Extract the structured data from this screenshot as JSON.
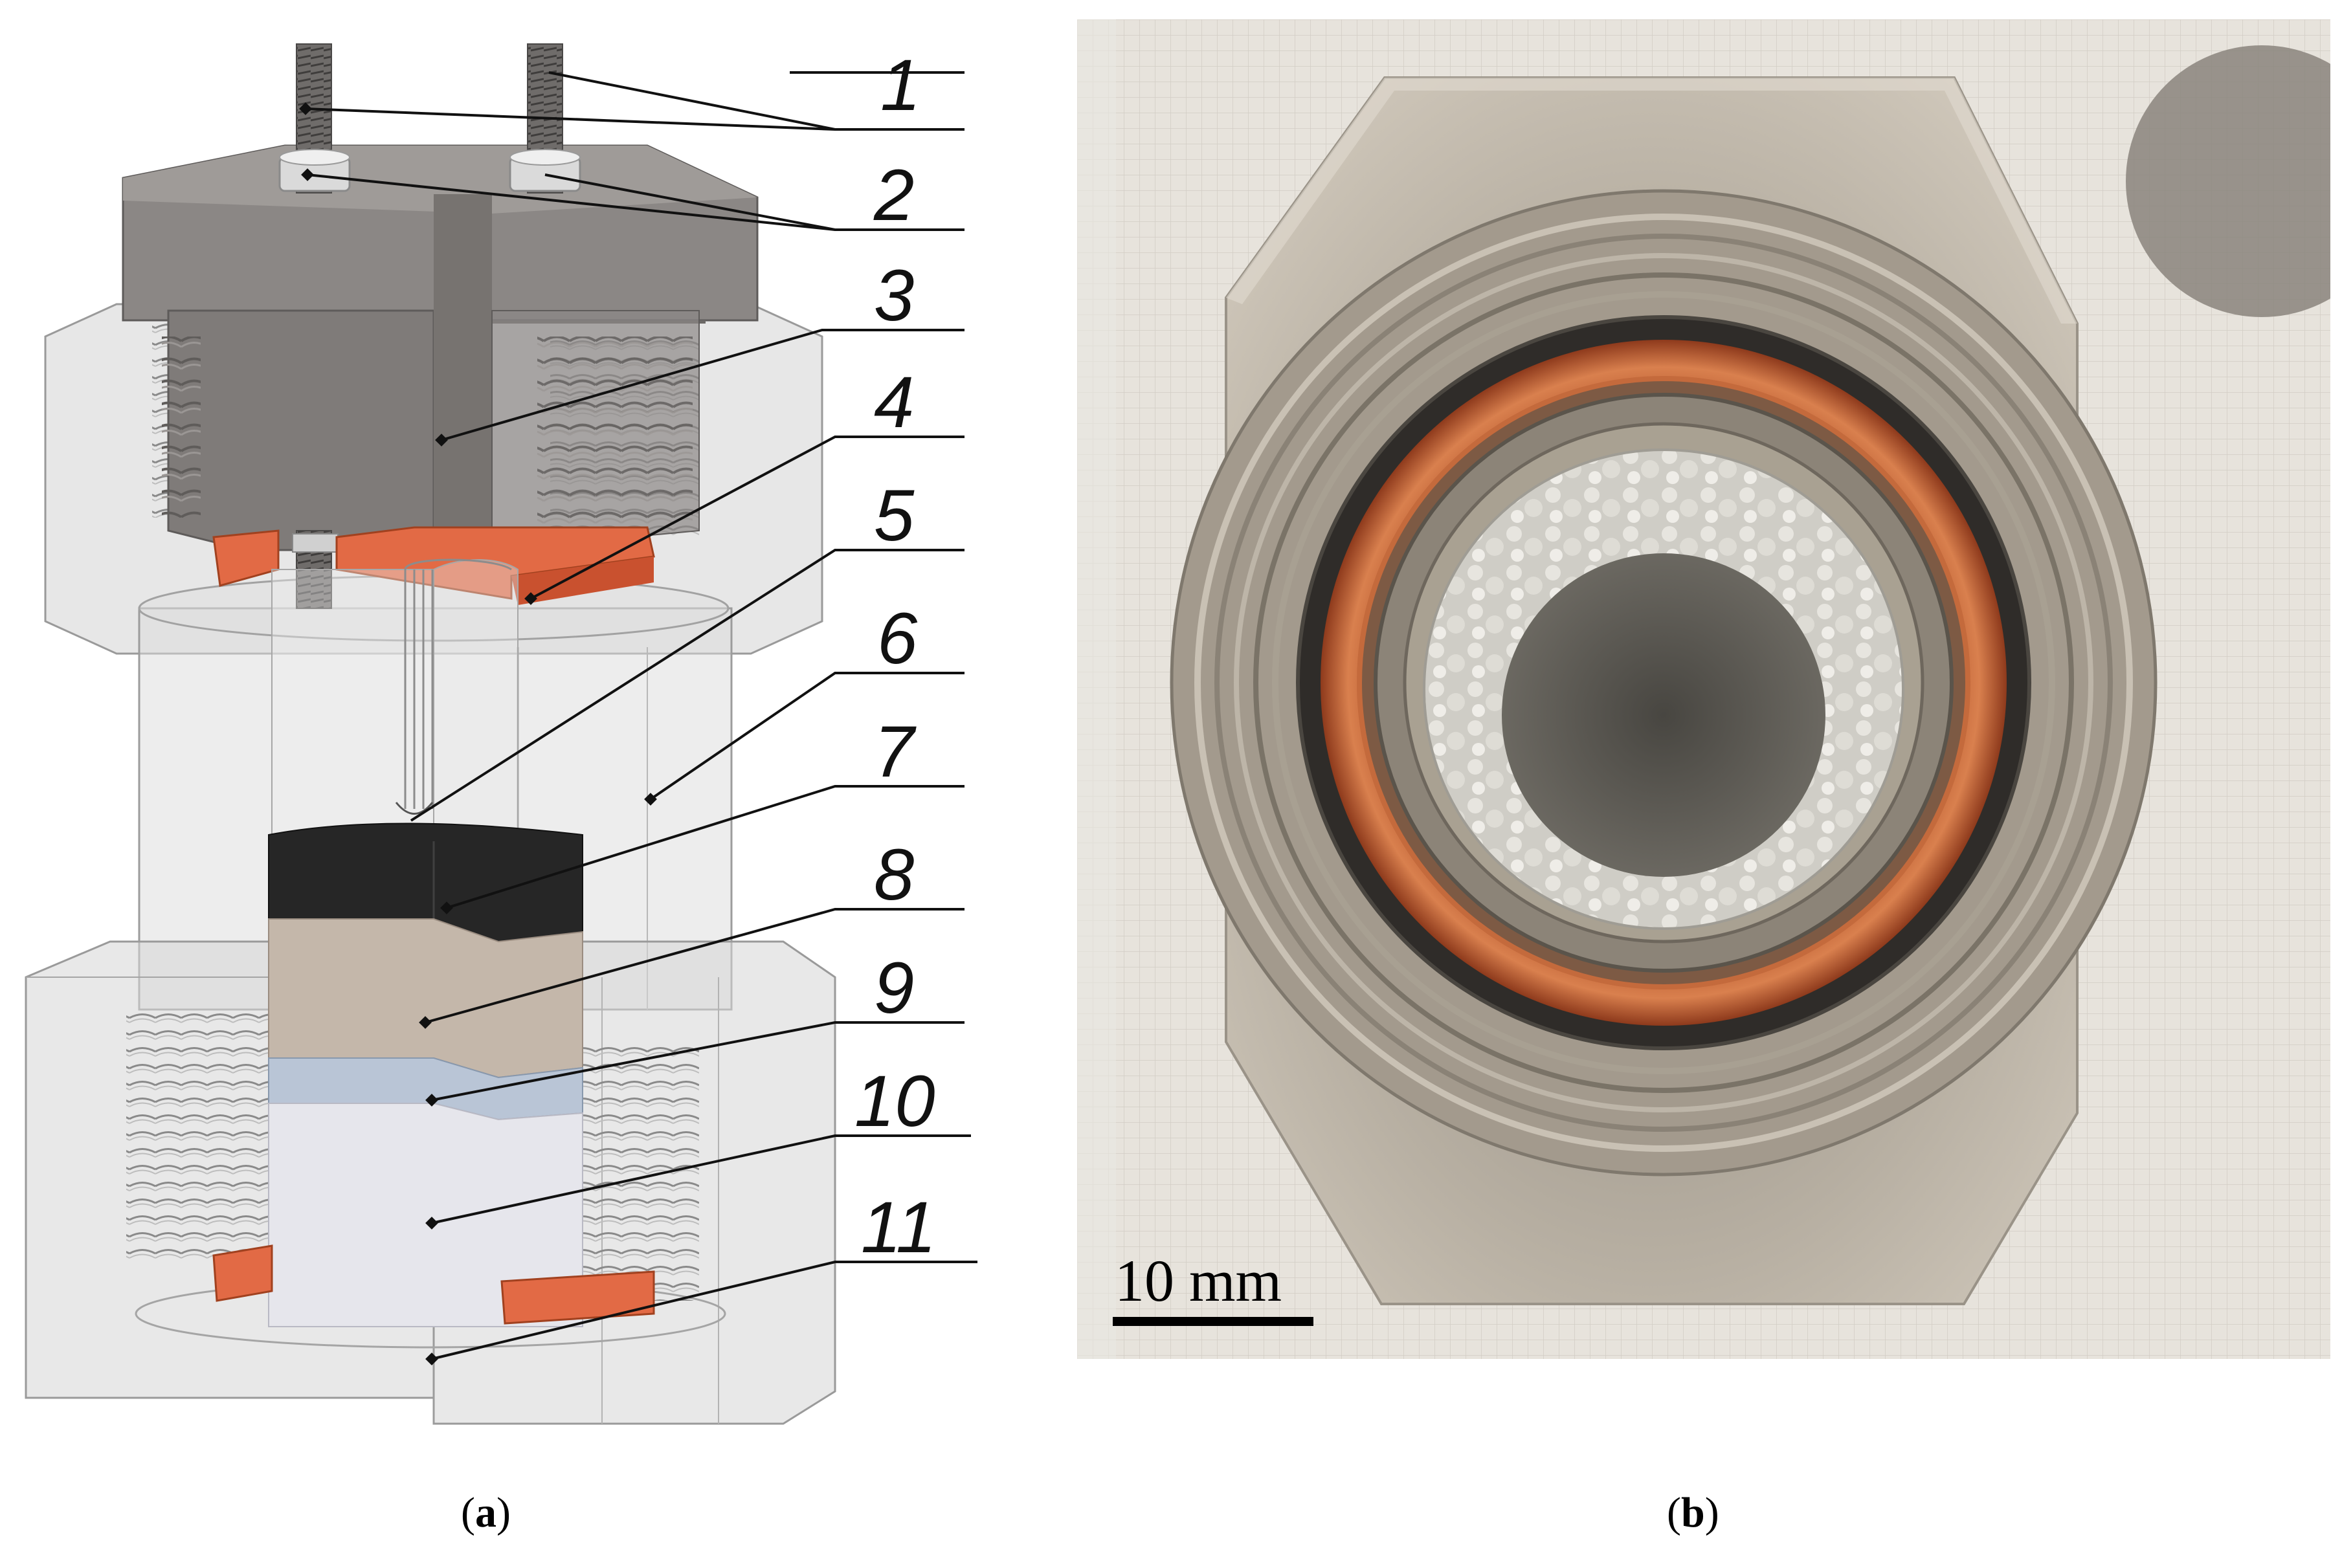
{
  "panel_a": {
    "callouts": [
      "1",
      "2",
      "3",
      "4",
      "5",
      "6",
      "7",
      "8",
      "9",
      "10",
      "11"
    ],
    "caption_letter": "a"
  },
  "panel_b": {
    "scale_bar_label": "10 mm",
    "caption_letter": "b"
  },
  "colors": {
    "body_metal": "#7d7977",
    "glass_housing": "#d9d9d9",
    "copper_gasket": "#e26a45",
    "black_layer": "#262626",
    "beige_layer": "#c4b7aa",
    "blue_layer": "#b9c5d6",
    "light_layer": "#e6e6ec"
  }
}
